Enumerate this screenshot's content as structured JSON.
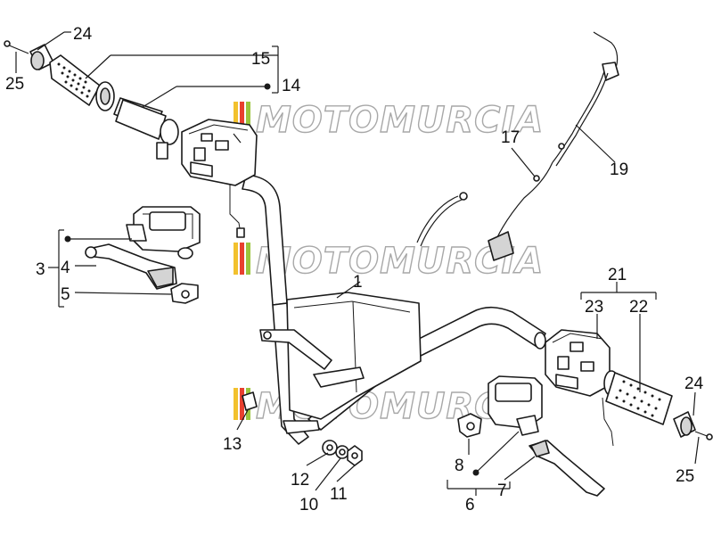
{
  "watermark": {
    "text": "MOTOMURCIA",
    "stripe_colors": [
      "#f2c12e",
      "#e8402f",
      "#9bc53d"
    ]
  },
  "callouts": {
    "c1": "1",
    "c3": "3",
    "c4": "4",
    "c5": "5",
    "c6": "6",
    "c7": "7",
    "c8": "8",
    "c10": "10",
    "c11": "11",
    "c12": "12",
    "c13": "13",
    "c14": "14",
    "c15": "15",
    "c17": "17",
    "c19": "19",
    "c21": "21",
    "c22": "22",
    "c23": "23",
    "c24_left": "24",
    "c24_right": "24",
    "c25_left": "25",
    "c25_right": "25"
  }
}
